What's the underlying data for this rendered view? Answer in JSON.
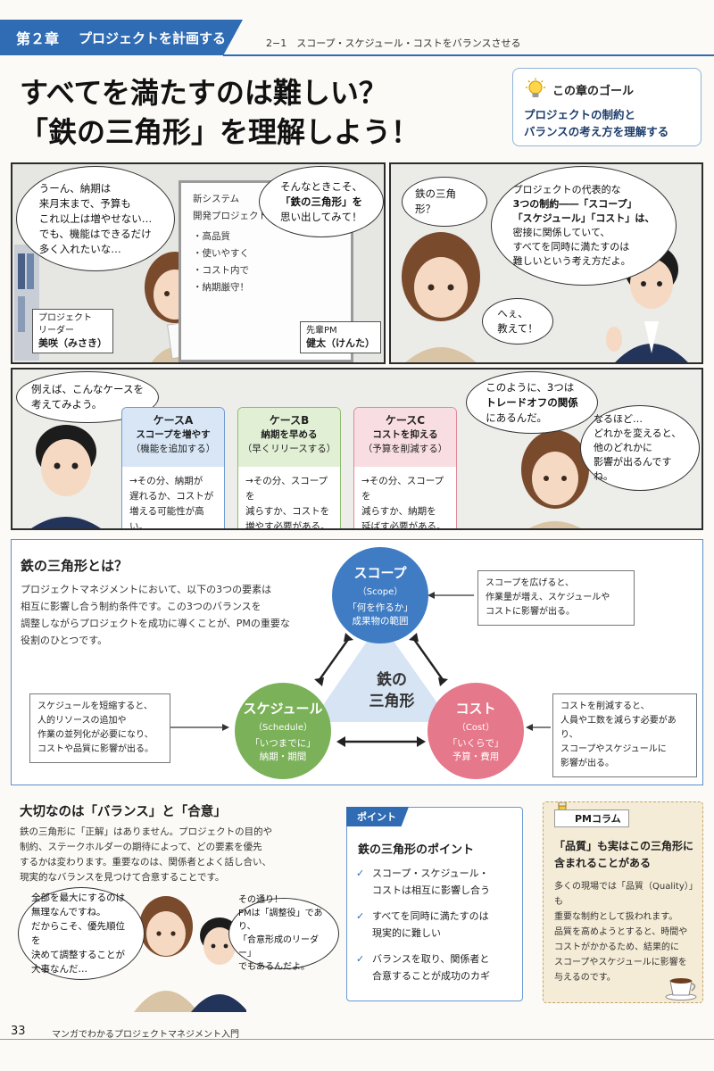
{
  "header": {
    "chapter_number": "第２章",
    "chapter_title": "プロジェクトを計画する",
    "section": "2−1　スコープ・スケジュール・コストをバランスさせる"
  },
  "title": {
    "line1": "すべてを満たすのは難しい？",
    "line2": "「鉄の三角形」を理解しよう！"
  },
  "goal": {
    "heading": "この章のゴール",
    "line1": "プロジェクトの制約と",
    "line2": "バランスの考え方を理解する"
  },
  "panel1": {
    "misaki_bubble": [
      "うーん、納期は",
      "来月末まで、予算も",
      "これ以上は増やせない…",
      "でも、機能はできるだけ",
      "多く入れたいな…"
    ],
    "kenta_bubble": [
      "そんなときこそ、",
      "「鉄の三角形」を",
      "思い出してみて！"
    ],
    "whiteboard": [
      "新システム",
      "開発プロジェクト",
      "・高品質",
      "・使いやすく",
      "・コスト内で",
      "・納期厳守！"
    ],
    "misaki_role": [
      "プロジェクト",
      "リーダー"
    ],
    "misaki_name": "美咲（みさき）",
    "kenta_role": "先輩PM",
    "kenta_name": "健太（けんた）"
  },
  "panel2": {
    "misaki_bubble": "鉄の三角形？",
    "kenta_bubble": [
      "プロジェクトの代表的な",
      "3つの制約――「スコープ」",
      "「スケジュール」「コスト」は、",
      "密接に関係していて、",
      "すべてを同時に満たすのは",
      "難しいという考え方だよ。"
    ],
    "misaki_bubble2": [
      "へぇ、",
      "教えて！"
    ]
  },
  "panel3": {
    "kenta_bubble": [
      "例えば、こんなケースを",
      "考えてみよう。"
    ],
    "kenta_bubble2": [
      "このように、3つは",
      "トレードオフの関係",
      "にあるんだ。"
    ],
    "misaki_bubble": [
      "なるほど…",
      "どれかを変えると、",
      "他のどれかに",
      "影響が出るんですね。"
    ],
    "cases": [
      {
        "title": "ケースA",
        "sub1": "スコープを増やす",
        "sub2": "（機能を追加する）",
        "body": [
          "→その分、納期が",
          "遅れるか、コストが",
          "増える可能性が高い。"
        ]
      },
      {
        "title": "ケースB",
        "sub1": "納期を早める",
        "sub2": "（早くリリースする）",
        "body": [
          "→その分、スコープを",
          "減らすか、コストを",
          "増やす必要がある。"
        ]
      },
      {
        "title": "ケースC",
        "sub1": "コストを抑える",
        "sub2": "（予算を削減する）",
        "body": [
          "→その分、スコープを",
          "減らすか、納期を",
          "延ばす必要がある。"
        ]
      }
    ]
  },
  "triangle": {
    "title": "鉄の三角形とは？",
    "desc": [
      "プロジェクトマネジメントにおいて、以下の3つの要素は",
      "相互に影響し合う制約条件です。この3つのバランスを",
      "調整しながらプロジェクトを成功に導くことが、PMの重要な",
      "役割のひとつです。"
    ],
    "center": [
      "鉄の",
      "三角形"
    ],
    "scope": {
      "name": "スコープ",
      "en": "（Scope）",
      "q": "「何を作るか」",
      "d": "成果物の範囲"
    },
    "schedule": {
      "name": "スケジュール",
      "en": "（Schedule）",
      "q": "「いつまでに」",
      "d": "納期・期間"
    },
    "cost": {
      "name": "コスト",
      "en": "（Cost）",
      "q": "「いくらで」",
      "d": "予算・費用"
    },
    "note_scope": [
      "スコープを広げると、",
      "作業量が増え、スケジュールや",
      "コストに影響が出る。"
    ],
    "note_schedule": [
      "スケジュールを短縮すると、",
      "人的リソースの追加や",
      "作業の並列化が必要になり、",
      "コストや品質に影響が出る。"
    ],
    "note_cost": [
      "コストを削減すると、",
      "人員や工数を減らす必要があり、",
      "スコープやスケジュールに",
      "影響が出る。"
    ]
  },
  "balance": {
    "title": "大切なのは「バランス」と「合意」",
    "desc": [
      "鉄の三角形に「正解」はありません。プロジェクトの目的や",
      "制約、ステークホルダーの期待によって、どの要素を優先",
      "するかは変わります。重要なのは、関係者とよく話し合い、",
      "現実的なバランスを見つけて合意することです。"
    ],
    "misaki_bubble": [
      "全部を最大にするのは",
      "無理なんですね。",
      "だからこそ、優先順位を",
      "決めて調整することが",
      "大事なんだ…"
    ],
    "kenta_bubble": [
      "その通り！",
      "PMは「調整役」であり、",
      "「合意形成のリーダー」",
      "でもあるんだよ。"
    ]
  },
  "point": {
    "tag": "ポイント",
    "heading": "鉄の三角形のポイント",
    "items": [
      [
        "スコープ・スケジュール・",
        "コストは相互に影響し合う"
      ],
      [
        "すべてを同時に満たすのは",
        "現実的に難しい"
      ],
      [
        "バランスを取り、関係者と",
        "合意することが成功のカギ"
      ]
    ]
  },
  "column": {
    "tag": "PMコラム",
    "heading": [
      "「品質」も実はこの三角形に",
      "含まれることがある"
    ],
    "text": [
      "多くの現場では「品質（Quality）」も",
      "重要な制約として扱われます。",
      "品質を高めようとすると、時間や",
      "コストがかかるため、結果的に",
      "スコープやスケジュールに影響を",
      "与えるのです。"
    ]
  },
  "footer": {
    "page": "33",
    "book": "マンガでわかるプロジェクトマネジメント入門"
  },
  "colors": {
    "brand_blue": "#2f6cb4",
    "scope": "#3f7cc3",
    "schedule": "#7bb159",
    "cost": "#e5788a"
  }
}
